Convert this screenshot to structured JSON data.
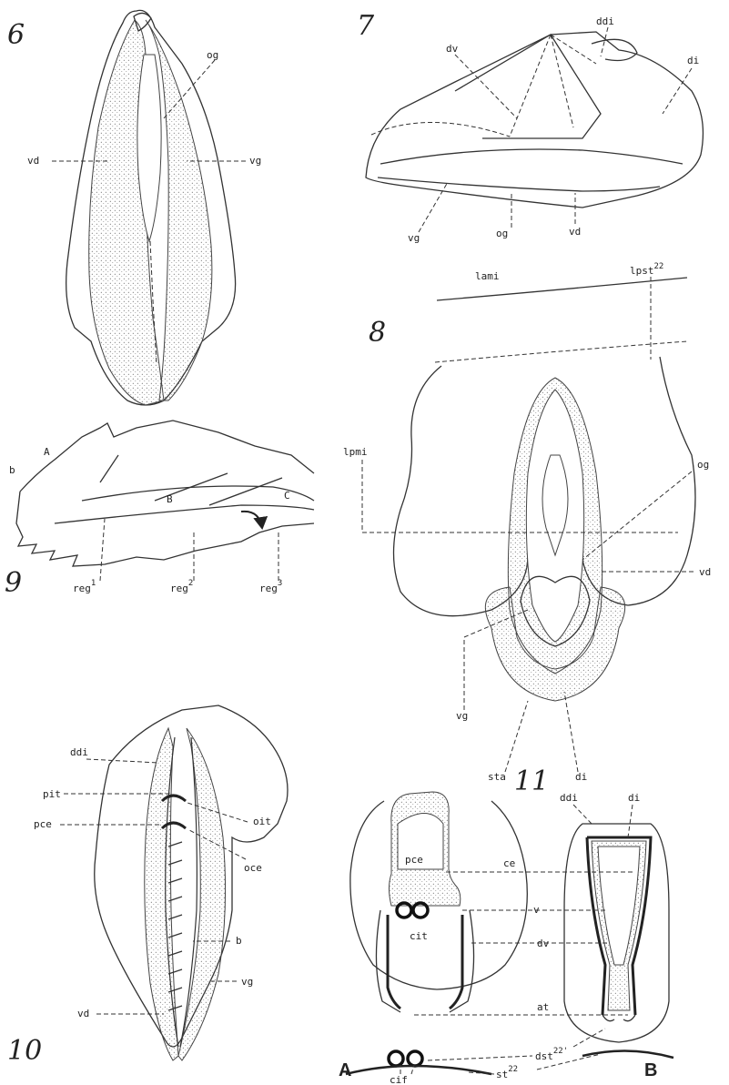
{
  "figures": {
    "fig6": {
      "number": "6",
      "labels": {
        "og": "og",
        "vd": "vd",
        "vg": "vg"
      }
    },
    "fig7": {
      "number": "7",
      "labels": {
        "dv": "dv",
        "ddi": "ddi",
        "di": "di",
        "vg": "vg",
        "og": "og",
        "vd": "vd"
      }
    },
    "fig8": {
      "number": "8",
      "labels": {
        "lami": "lami",
        "lpst": "lpst",
        "lpst_sup": "22",
        "lpmi": "lpmi",
        "og": "og",
        "vd": "vd",
        "vg": "vg",
        "sta": "sta",
        "di": "di"
      }
    },
    "fig9": {
      "number": "9",
      "labels": {
        "b": "b",
        "A": "A",
        "B": "B",
        "C": "C",
        "reg": "reg",
        "reg1_sup": "1",
        "reg2_sup": "2",
        "reg3_sup": "3"
      }
    },
    "fig10": {
      "number": "10",
      "labels": {
        "ddi": "ddi",
        "pit": "pit",
        "pce": "pce",
        "oit": "oit",
        "oce": "oce",
        "b": "b",
        "vg": "vg",
        "vd": "vd"
      }
    },
    "fig11": {
      "number": "11",
      "panel_a": "A",
      "panel_b": "B",
      "labels": {
        "ddi": "ddi",
        "di": "di",
        "ce": "ce",
        "pce": "pce",
        "v": "v",
        "cit": "cit",
        "dv": "dv",
        "at": "at",
        "dst": "dst",
        "dst_sup": "22'",
        "st": "st",
        "st_sup": "22",
        "cif": "cif"
      }
    }
  }
}
